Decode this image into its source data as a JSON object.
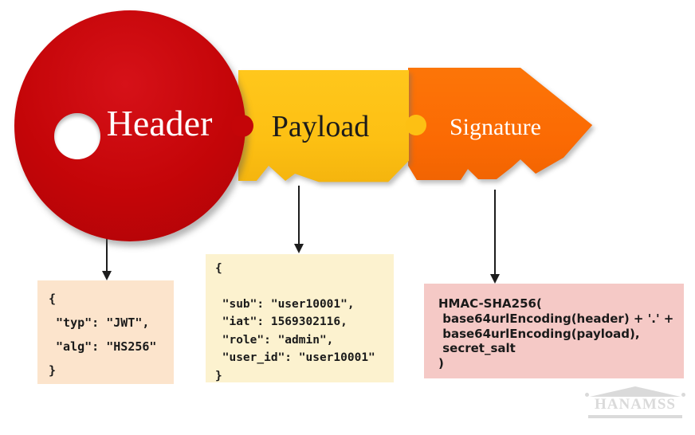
{
  "key_segments": {
    "header": {
      "label": "Header",
      "color": "#c40508",
      "text_color": "#ffffff"
    },
    "payload": {
      "label": "Payload",
      "color": "#fdc013",
      "text_color": "#1b1b1b"
    },
    "signature": {
      "label": "Signature",
      "color": "#fb6a03",
      "text_color": "#ffffff"
    }
  },
  "code_boxes": {
    "header_json": {
      "bg_color": "#fce4cc",
      "code": "{\n \"typ\": \"JWT\",\n \"alg\": \"HS256\"\n}"
    },
    "payload_json": {
      "bg_color": "#fcf2cf",
      "code": "{\n\n \"sub\": \"user10001\",\n \"iat\": 1569302116,\n \"role\": \"admin\",\n \"user_id\": \"user10001\"\n}"
    },
    "signature_code": {
      "bg_color": "#f5c9c6",
      "code": "HMAC-SHA256(\n base64urlEncoding(header) + '.' +\n base64urlEncoding(payload),\n secret_salt\n)"
    }
  },
  "watermark": {
    "text": "HANAMSS"
  }
}
